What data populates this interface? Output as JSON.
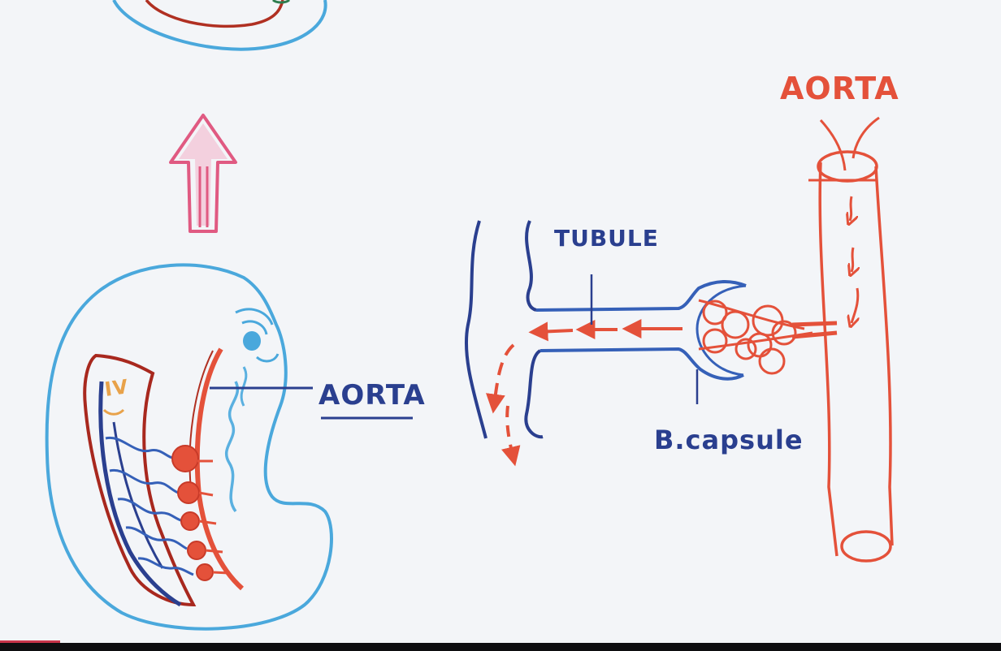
{
  "labels": {
    "aorta_embryo": "AORTA",
    "aorta_right": "AORTA",
    "tubule": "TUBULE",
    "capsule": "B.capsule",
    "iv_text": "IV"
  },
  "colors": {
    "blue_light": "#4aa8dc",
    "blue_dark": "#2a3f8f",
    "blue_mid": "#3560b8",
    "red": "#e4513a",
    "dark_red": "#a8281e",
    "pink": "#e05a82",
    "orange": "#e8a24a",
    "board": "#f3f5f8"
  },
  "icons": [
    "up-arrow-icon",
    "flow-arrow-icon"
  ]
}
